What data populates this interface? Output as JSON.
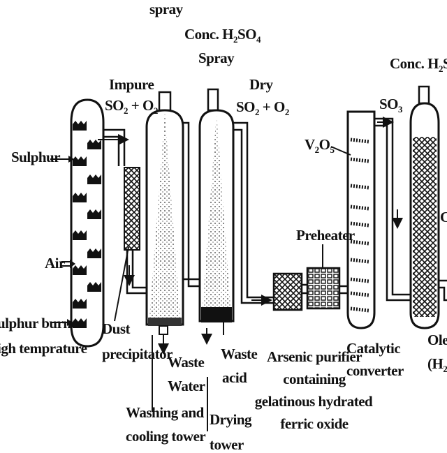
{
  "diagram": {
    "labels": {
      "spray_top": "spray",
      "conc_h2so4_spray": "Conc. H",
      "conc_h2so4_sub": "2",
      "conc_h2so4_tail": "SO",
      "conc_h2so4_sub2": "4",
      "spray": "Spray",
      "impure": "Impure",
      "impure_gas_a": "SO",
      "impure_gas_sub": "2",
      "impure_gas_b": " + O",
      "impure_gas_sub2": "2",
      "dry": "Dry",
      "dry_gas_a": "SO",
      "dry_gas_sub": "2",
      "dry_gas_b": " + O",
      "dry_gas_sub2": "2",
      "so3_a": "SO",
      "so3_sub": "3",
      "conc_right": "Conc. H",
      "conc_right_sub": "2",
      "conc_right_tail": "SO",
      "sulphur": "Sulphur",
      "v2o5_a": "V",
      "v2o5_sub": "2",
      "v2o5_b": "O",
      "v2o5_sub2": "5",
      "preheater": "Preheater",
      "air": "Air",
      "sulphur_burner": "ulphur burner",
      "high_temp": "igh temprature",
      "dust": "Dust",
      "precipitator": "precipitator",
      "waste_water_1": "Waste",
      "waste_water_2": "Water",
      "waste_acid_1": "Waste",
      "waste_acid_2": "acid",
      "arsenic_1": "Arsenic purifier",
      "arsenic_2": "containing",
      "arsenic_3": "gelatinous hydrated",
      "arsenic_4": "ferric oxide",
      "catalytic_1": "Catalytic",
      "catalytic_2": "converter",
      "washing_1": "Washing and",
      "washing_2": "cooling tower",
      "drying_1": "Drying",
      "drying_2": "tower",
      "oleum_1": "Ole",
      "oleum_2": "(H",
      "oleum_sub": "2",
      "right_c": "C"
    }
  }
}
